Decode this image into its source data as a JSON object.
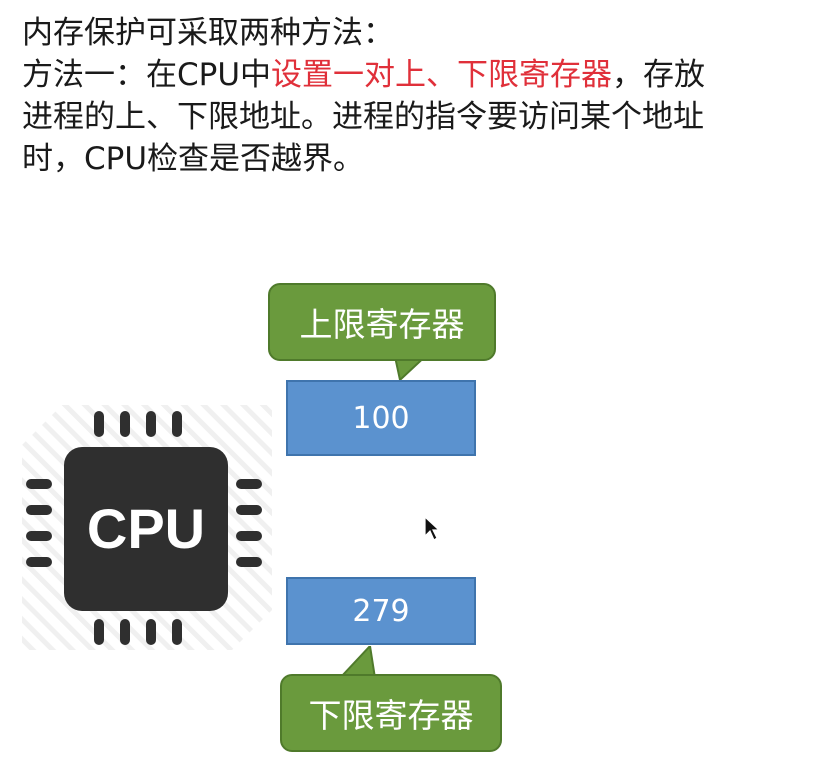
{
  "slide": {
    "line1": "内存保护可采取两种方法：",
    "line2_prefix": "方法一：在CPU中",
    "line2_highlight": "设置一对上、下限寄存器",
    "line2_suffix": "，存放",
    "line3": "进程的上、下限地址。进程的指令要访问某个地址",
    "line4": "时，CPU检查是否越界。"
  },
  "diagram": {
    "cpu_label": "CPU",
    "upper_register": {
      "label": "上限寄存器",
      "value": "100"
    },
    "lower_register": {
      "label": "下限寄存器",
      "value": "279"
    }
  },
  "colors": {
    "highlight": "#e0303a",
    "callout_green": "#6a9a3d",
    "register_blue": "#5b92cf",
    "chip_dark": "#2f2f2f"
  },
  "icons": [
    "cpu-chip-icon",
    "mouse-cursor-icon"
  ]
}
